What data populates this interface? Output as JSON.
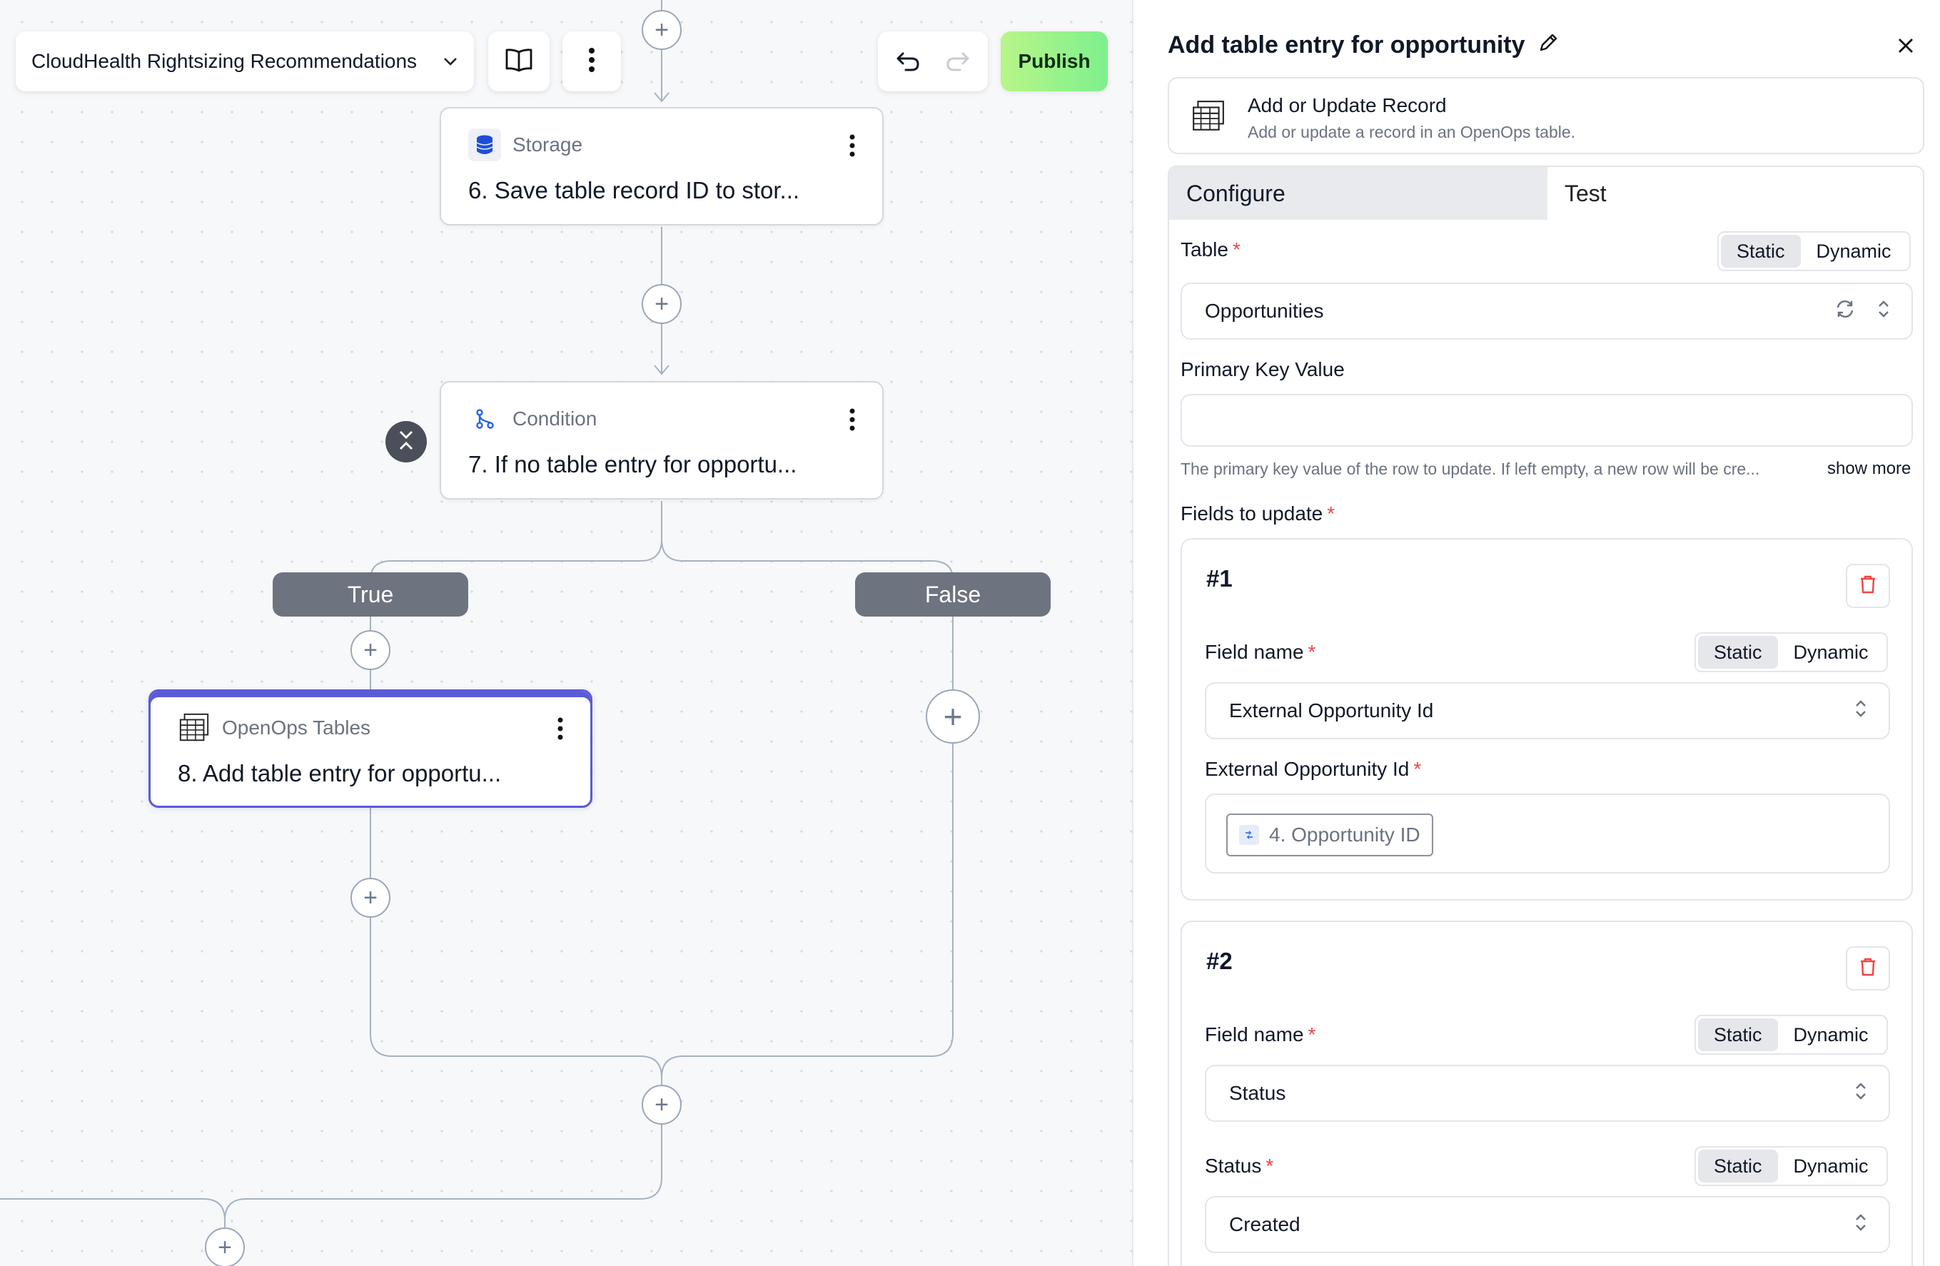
{
  "toolbar": {
    "flow_name": "CloudHealth Rightsizing Recommendations",
    "publish_label": "Publish"
  },
  "steps": [
    {
      "type": "Storage",
      "title": "6. Save table record ID to stor..."
    },
    {
      "type": "Condition",
      "title": "7. If no table entry for opportu..."
    },
    {
      "type": "OpenOps Tables",
      "title": "8. Add table entry for opportu..."
    }
  ],
  "branches": {
    "true_label": "True",
    "false_label": "False"
  },
  "panel": {
    "title": "Add table entry for opportunity",
    "action": {
      "name": "Add or Update Record",
      "description": "Add or update a record in an OpenOps table."
    },
    "tabs": [
      "Configure",
      "Test"
    ],
    "table_label": "Table",
    "table_value": "Opportunities",
    "toggle_static": "Static",
    "toggle_dynamic": "Dynamic",
    "primary_key_label": "Primary Key Value",
    "primary_key_value": "",
    "primary_key_help": "The primary key value of the row to update. If left empty, a new row will be cre...",
    "show_more": "show more",
    "fields_label": "Fields to update",
    "groups": [
      {
        "num": "#1",
        "field_name_label": "Field name",
        "field_name_value": "External Opportunity Id",
        "value_label": "External Opportunity Id",
        "chip": "4. Opportunity ID"
      },
      {
        "num": "#2",
        "field_name_label": "Field name",
        "field_name_value": "Status",
        "value_label": "Status",
        "value_value": "Created"
      }
    ]
  },
  "colors": {
    "accent": "#5b5bd6",
    "publish": "#9ef38b",
    "required": "#ef4444",
    "branch_pill": "#6e7380"
  }
}
